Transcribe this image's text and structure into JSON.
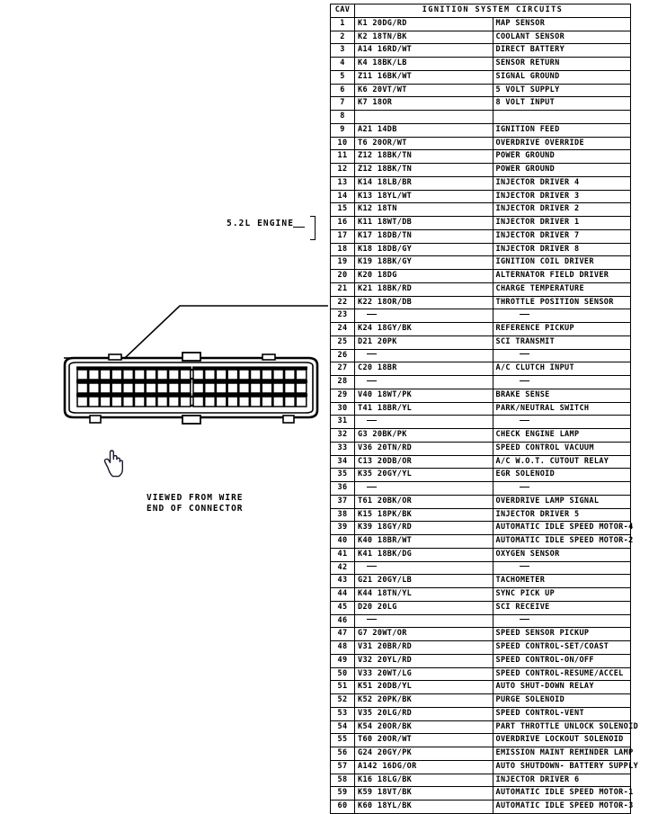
{
  "table": {
    "header_cav": "CAV",
    "header_title": "IGNITION SYSTEM CIRCUITS",
    "dash": "—",
    "rows": [
      {
        "cav": "1",
        "wire": "K1  20DG/RD",
        "desc": "MAP SENSOR"
      },
      {
        "cav": "2",
        "wire": "K2  18TN/BK",
        "desc": "COOLANT SENSOR"
      },
      {
        "cav": "3",
        "wire": "A14 16RD/WT",
        "desc": "DIRECT BATTERY"
      },
      {
        "cav": "4",
        "wire": "K4  18BK/LB",
        "desc": "SENSOR RETURN"
      },
      {
        "cav": "5",
        "wire": "Z11 16BK/WT",
        "desc": "SIGNAL GROUND"
      },
      {
        "cav": "6",
        "wire": "K6  20VT/WT",
        "desc": "5 VOLT SUPPLY"
      },
      {
        "cav": "7",
        "wire": "K7  18OR",
        "desc": "8 VOLT INPUT"
      },
      {
        "cav": "8",
        "wire": "",
        "desc": ""
      },
      {
        "cav": "9",
        "wire": "A21 14DB",
        "desc": "IGNITION FEED"
      },
      {
        "cav": "10",
        "wire": "T6  20OR/WT",
        "desc": "OVERDRIVE OVERRIDE"
      },
      {
        "cav": "11",
        "wire": "Z12 18BK/TN",
        "desc": "POWER GROUND"
      },
      {
        "cav": "12",
        "wire": "Z12 18BK/TN",
        "desc": "POWER GROUND"
      },
      {
        "cav": "13",
        "wire": "K14 18LB/BR",
        "desc": "INJECTOR DRIVER 4"
      },
      {
        "cav": "14",
        "wire": "K13 18YL/WT",
        "desc": "INJECTOR DRIVER 3"
      },
      {
        "cav": "15",
        "wire": "K12 18TN",
        "desc": "INJECTOR DRIVER 2"
      },
      {
        "cav": "16",
        "wire": "K11 18WT/DB",
        "desc": "INJECTOR DRIVER 1"
      },
      {
        "cav": "17",
        "wire": "K17 18DB/TN",
        "desc": "INJECTOR DRIVER 7"
      },
      {
        "cav": "18",
        "wire": "K18 18DB/GY",
        "desc": "INJECTOR DRIVER 8"
      },
      {
        "cav": "19",
        "wire": "K19 18BK/GY",
        "desc": "IGNITION COIL DRIVER"
      },
      {
        "cav": "20",
        "wire": "K20 18DG",
        "desc": "ALTERNATOR FIELD DRIVER"
      },
      {
        "cav": "21",
        "wire": "K21 18BK/RD",
        "desc": "CHARGE TEMPERATURE"
      },
      {
        "cav": "22",
        "wire": "K22 18OR/DB",
        "desc": "THROTTLE POSITION SENSOR"
      },
      {
        "cav": "23",
        "wire": "—",
        "desc": "—"
      },
      {
        "cav": "24",
        "wire": "K24 18GY/BK",
        "desc": "REFERENCE PICKUP"
      },
      {
        "cav": "25",
        "wire": "D21 20PK",
        "desc": "SCI TRANSMIT"
      },
      {
        "cav": "26",
        "wire": "—",
        "desc": "—"
      },
      {
        "cav": "27",
        "wire": "C20 18BR",
        "desc": "A/C CLUTCH INPUT"
      },
      {
        "cav": "28",
        "wire": "—",
        "desc": "—"
      },
      {
        "cav": "29",
        "wire": "V40 18WT/PK",
        "desc": "BRAKE SENSE"
      },
      {
        "cav": "30",
        "wire": "T41 18BR/YL",
        "desc": "PARK/NEUTRAL SWITCH"
      },
      {
        "cav": "31",
        "wire": "—",
        "desc": "—"
      },
      {
        "cav": "32",
        "wire": "G3  20BK/PK",
        "desc": "CHECK ENGINE LAMP"
      },
      {
        "cav": "33",
        "wire": "V36 20TN/RD",
        "desc": "SPEED CONTROL VACUUM"
      },
      {
        "cav": "34",
        "wire": "C13 20DB/OR",
        "desc": "A/C W.O.T. CUTOUT RELAY"
      },
      {
        "cav": "35",
        "wire": "K35 20GY/YL",
        "desc": "EGR SOLENOID"
      },
      {
        "cav": "36",
        "wire": "—",
        "desc": "—"
      },
      {
        "cav": "37",
        "wire": "T61 20BK/OR",
        "desc": "OVERDRIVE LAMP SIGNAL"
      },
      {
        "cav": "38",
        "wire": "K15 18PK/BK",
        "desc": "INJECTOR DRIVER 5"
      },
      {
        "cav": "39",
        "wire": "K39 18GY/RD",
        "desc": "AUTOMATIC IDLE SPEED MOTOR-4"
      },
      {
        "cav": "40",
        "wire": "K40 18BR/WT",
        "desc": "AUTOMATIC IDLE SPEED MOTOR-2"
      },
      {
        "cav": "41",
        "wire": "K41 18BK/DG",
        "desc": "OXYGEN SENSOR"
      },
      {
        "cav": "42",
        "wire": "—",
        "desc": "—"
      },
      {
        "cav": "43",
        "wire": "G21 20GY/LB",
        "desc": "TACHOMETER"
      },
      {
        "cav": "44",
        "wire": "K44 18TN/YL",
        "desc": "SYNC PICK UP"
      },
      {
        "cav": "45",
        "wire": "D20 20LG",
        "desc": "SCI RECEIVE"
      },
      {
        "cav": "46",
        "wire": "—",
        "desc": "—"
      },
      {
        "cav": "47",
        "wire": "G7  20WT/OR",
        "desc": "SPEED SENSOR PICKUP"
      },
      {
        "cav": "48",
        "wire": "V31 20BR/RD",
        "desc": "SPEED CONTROL-SET/COAST"
      },
      {
        "cav": "49",
        "wire": "V32 20YL/RD",
        "desc": "SPEED CONTROL-ON/OFF"
      },
      {
        "cav": "50",
        "wire": "V33 20WT/LG",
        "desc": "SPEED CONTROL-RESUME/ACCEL"
      },
      {
        "cav": "51",
        "wire": "K51 20DB/YL",
        "desc": "AUTO SHUT-DOWN RELAY"
      },
      {
        "cav": "52",
        "wire": "K52 20PK/BK",
        "desc": "PURGE SOLENOID"
      },
      {
        "cav": "53",
        "wire": "V35 20LG/RD",
        "desc": "SPEED CONTROL-VENT"
      },
      {
        "cav": "54",
        "wire": "K54 20OR/BK",
        "desc": "PART THROTTLE UNLOCK SOLENOID"
      },
      {
        "cav": "55",
        "wire": "T60 20OR/WT",
        "desc": "OVERDRIVE LOCKOUT SOLENOID"
      },
      {
        "cav": "56",
        "wire": "G24 20GY/PK",
        "desc": "EMISSION MAINT REMINDER LAMP"
      },
      {
        "cav": "57",
        "wire": "A142 16DG/OR",
        "desc": "AUTO SHUTDOWN- BATTERY SUPPLY"
      },
      {
        "cav": "58",
        "wire": "K16 18LG/BK",
        "desc": "INJECTOR DRIVER 6"
      },
      {
        "cav": "59",
        "wire": "K59 18VT/BK",
        "desc": "AUTOMATIC IDLE SPEED MOTOR-1"
      },
      {
        "cav": "60",
        "wire": "K60 18YL/BK",
        "desc": "AUTOMATIC IDLE SPEED MOTOR-3"
      }
    ]
  },
  "callout": {
    "engine_label": "5.2L ENGINE"
  },
  "connector": {
    "caption_line1": "VIEWED FROM WIRE",
    "caption_line2": "END OF CONNECTOR"
  },
  "cursor": {
    "icon": "pointing-hand-cursor"
  },
  "colors": {
    "ink": "#000000",
    "paper": "#ffffff"
  }
}
